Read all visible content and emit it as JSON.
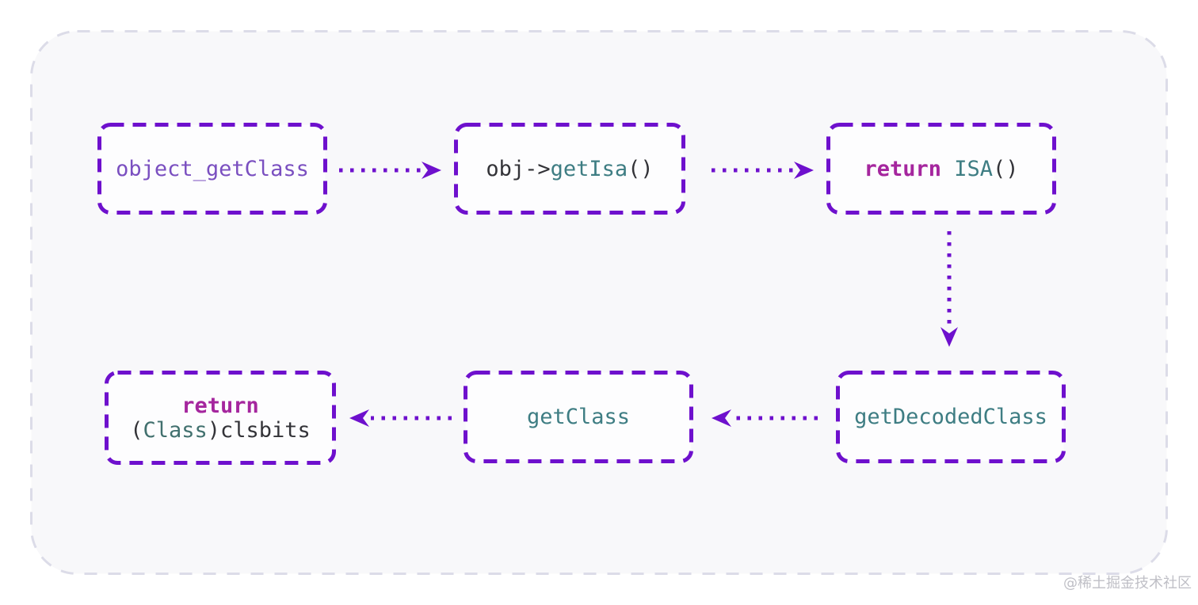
{
  "diagram": {
    "description": "object_getClass call flow",
    "colors": {
      "box_border": "#6e10cd",
      "arrow": "#6e10cd",
      "container_border": "#dcdce8",
      "container_bg": "#f8f8fa",
      "box_bg": "#fdfdfe",
      "purple_text": "#7a4fc0",
      "plain": "#333338",
      "function_teal": "#3e7d83",
      "type_teal": "#41706e",
      "keyword": "#a5269e",
      "watermark_gray": "#bfbfc6"
    },
    "nodes": [
      {
        "id": "object-getclass",
        "lines": [
          [
            {
              "text": "object_getClass",
              "color": "purple_text"
            }
          ]
        ]
      },
      {
        "id": "obj-getisa",
        "lines": [
          [
            {
              "text": "obj->",
              "color": "plain"
            },
            {
              "text": "getIsa",
              "color": "function_teal"
            },
            {
              "text": "()",
              "color": "plain"
            }
          ]
        ]
      },
      {
        "id": "return-isa",
        "lines": [
          [
            {
              "text": "return",
              "color": "keyword",
              "bold": true
            },
            {
              "text": " ",
              "color": "plain"
            },
            {
              "text": "ISA",
              "color": "function_teal"
            },
            {
              "text": "()",
              "color": "plain"
            }
          ]
        ]
      },
      {
        "id": "return-clsbits",
        "lines": [
          [
            {
              "text": "return",
              "color": "keyword",
              "bold": true
            }
          ],
          [
            {
              "text": "(",
              "color": "plain"
            },
            {
              "text": "Class",
              "color": "type_teal"
            },
            {
              "text": ")",
              "color": "plain"
            },
            {
              "text": "clsbits",
              "color": "plain"
            }
          ]
        ]
      },
      {
        "id": "getclass",
        "lines": [
          [
            {
              "text": "getClass",
              "color": "function_teal"
            }
          ]
        ]
      },
      {
        "id": "getdecodedclass",
        "lines": [
          [
            {
              "text": "getDecodedClass",
              "color": "function_teal"
            }
          ]
        ]
      }
    ],
    "edges": [
      {
        "from": "object-getclass",
        "to": "obj-getisa",
        "direction": "right"
      },
      {
        "from": "obj-getisa",
        "to": "return-isa",
        "direction": "right"
      },
      {
        "from": "return-isa",
        "to": "getdecodedclass",
        "direction": "down"
      },
      {
        "from": "getdecodedclass",
        "to": "getclass",
        "direction": "left"
      },
      {
        "from": "getclass",
        "to": "return-clsbits",
        "direction": "left"
      }
    ]
  },
  "watermark": {
    "text": "@稀土掘金技术社区"
  }
}
